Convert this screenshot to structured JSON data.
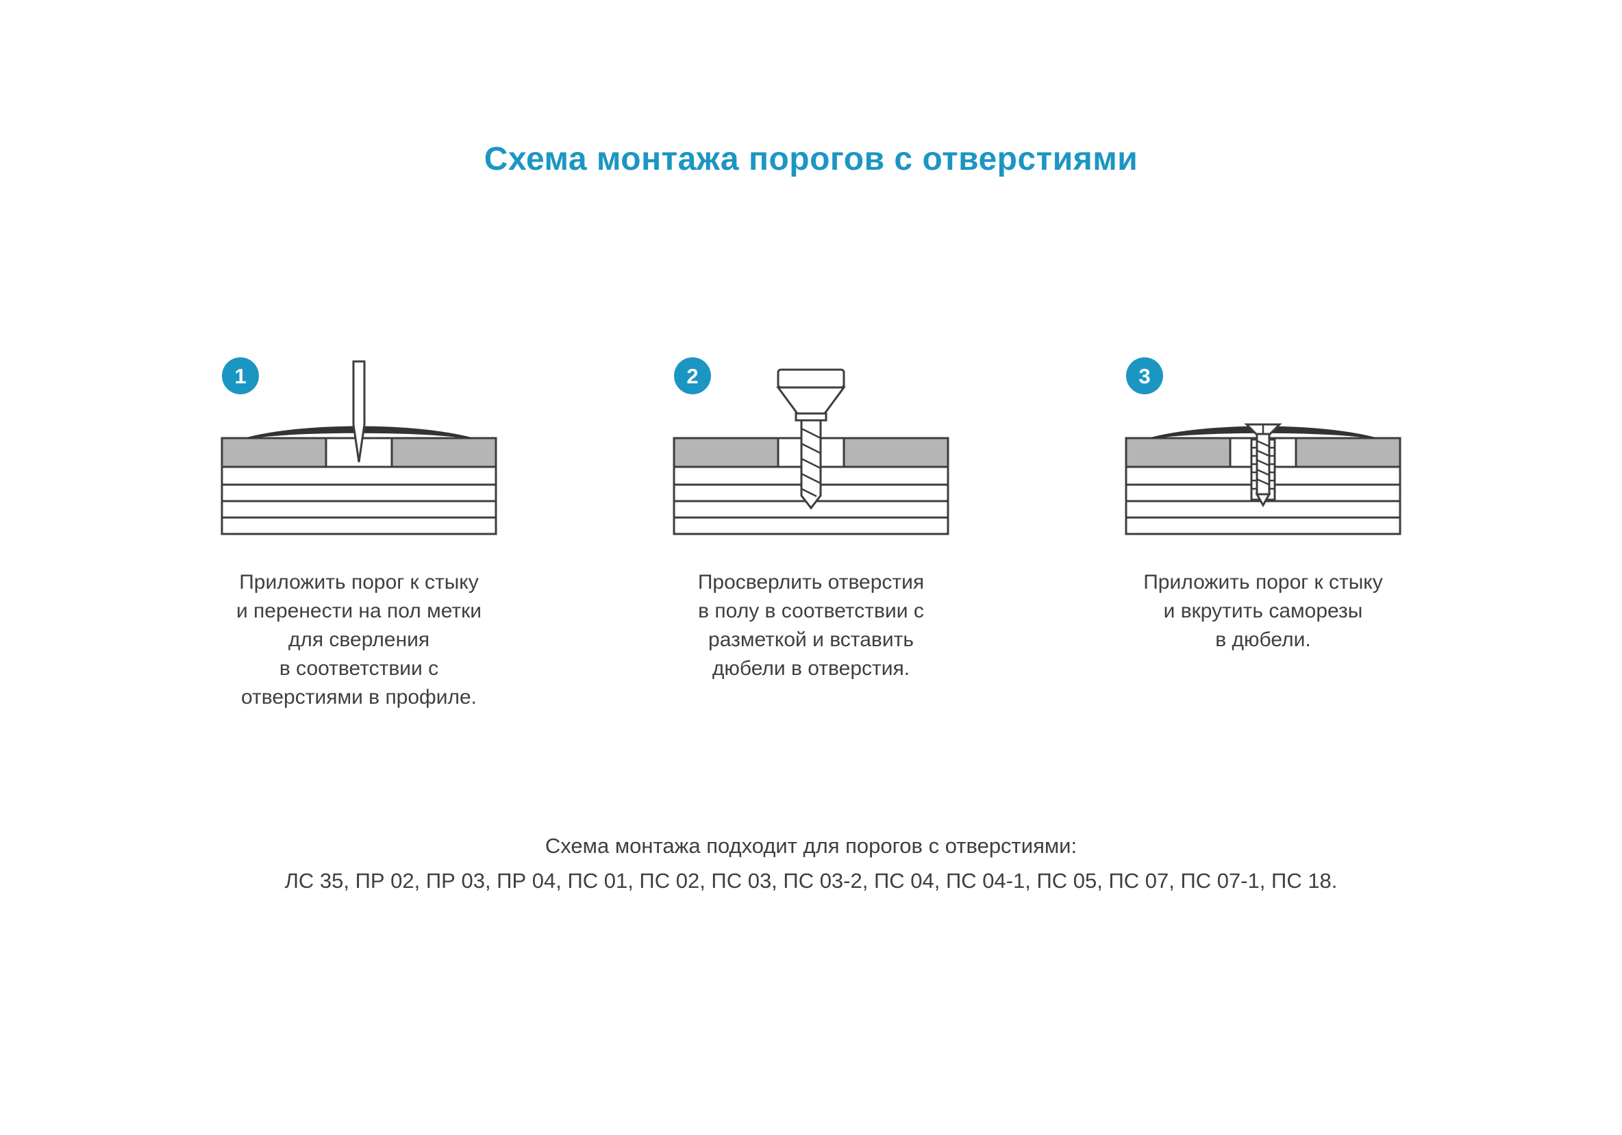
{
  "title": "Схема монтажа порогов с отверстиями",
  "colors": {
    "accent": "#1b96c3",
    "line": "#3d3d3d",
    "gray_fill": "#b5b5b5",
    "profile_dark": "#333333",
    "text": "#3f3f3f",
    "background": "#ffffff"
  },
  "steps": [
    {
      "number": "1",
      "illustration": "awl-marking-illustration",
      "caption": "Приложить порог к стыку\nи перенести на пол метки\nдля сверления\nв соответствии с\nотверстиями в профиле."
    },
    {
      "number": "2",
      "illustration": "drill-bit-illustration",
      "caption": "Просверлить отверстия\nв полу в соответствии с\nразметкой и вставить\nдюбели в отверстия."
    },
    {
      "number": "3",
      "illustration": "screw-in-dowel-illustration",
      "caption": "Приложить порог к стыку\nи вкрутить саморезы\nв дюбели."
    }
  ],
  "footer": {
    "line1": "Схема монтажа подходит для порогов с отверстиями:",
    "line2": "ЛС 35, ПР 02, ПР 03, ПР 04, ПС 01, ПС 02, ПС 03, ПС 03-2, ПС 04, ПС 04-1, ПС 05, ПС 07, ПС 07-1, ПС 18."
  }
}
